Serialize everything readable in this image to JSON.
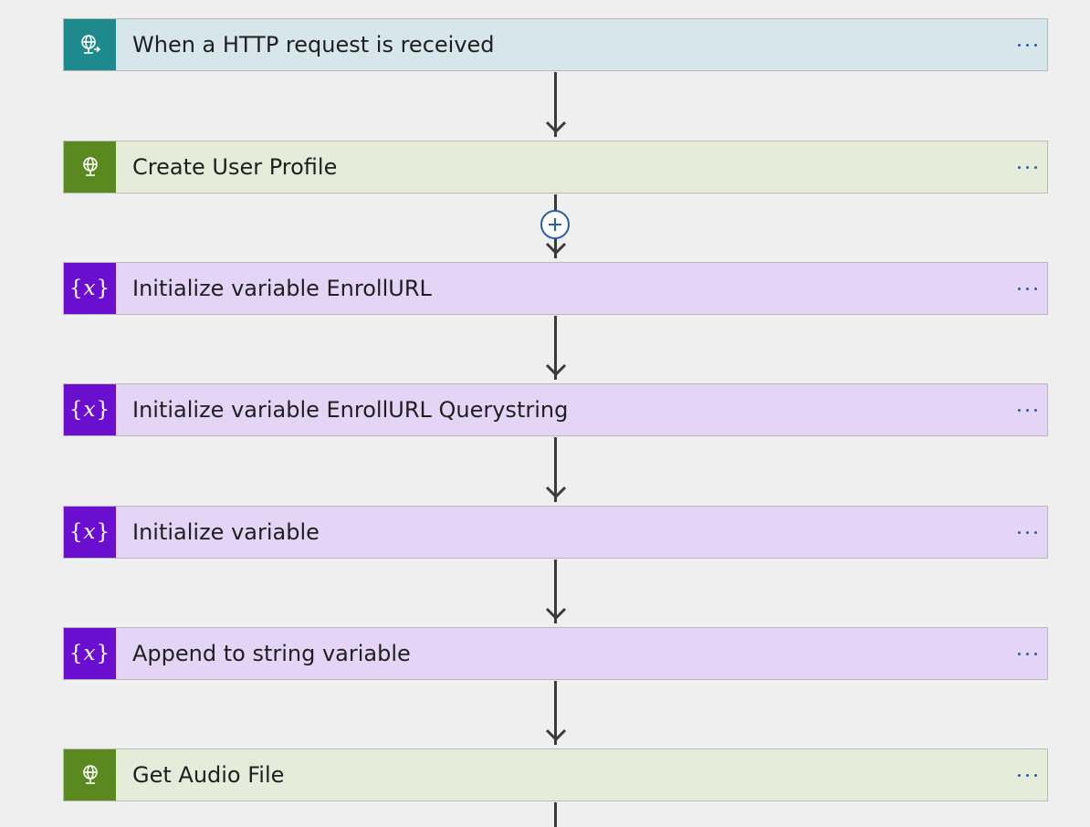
{
  "flow": {
    "steps": [
      {
        "label": "When a HTTP request is received",
        "kind": "trigger",
        "icon": "http-request-trigger-icon"
      },
      {
        "label": "Create User Profile",
        "kind": "http",
        "icon": "http-globe-icon"
      },
      {
        "label": "Initialize variable EnrollURL",
        "kind": "variable",
        "icon": "variable-icon"
      },
      {
        "label": "Initialize variable EnrollURL Querystring",
        "kind": "variable",
        "icon": "variable-icon"
      },
      {
        "label": "Initialize variable",
        "kind": "variable",
        "icon": "variable-icon"
      },
      {
        "label": "Append to string variable",
        "kind": "variable",
        "icon": "variable-icon"
      },
      {
        "label": "Get Audio File",
        "kind": "http",
        "icon": "http-globe-icon"
      }
    ],
    "more_menu_icon": "more-options-icon",
    "insert_step_icon": "add-step-icon"
  },
  "colors": {
    "background": "#efefef",
    "trigger_card": "#d6e6ea",
    "trigger_icon": "#1e8a8d",
    "http_card": "#e5ecd9",
    "http_icon": "#5a8a1f",
    "variable_card": "#e4d5f7",
    "variable_icon": "#6a0fcf",
    "accent": "#2b5ea8"
  }
}
